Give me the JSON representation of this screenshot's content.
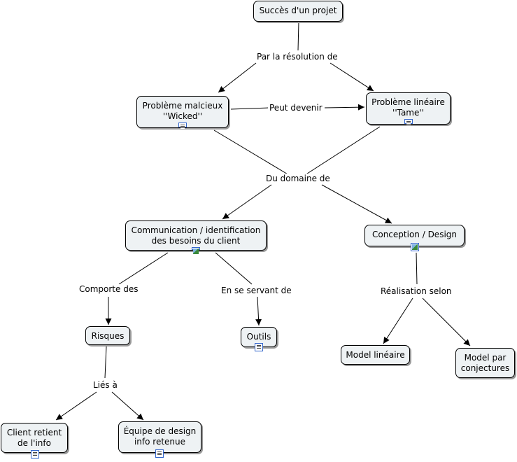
{
  "nodes": {
    "succes": {
      "label": "Succès d'un projet"
    },
    "wicked": {
      "label": "Problème malcieux\n''Wicked''",
      "icon": "document-icon"
    },
    "tame": {
      "label": "Problème linéaire\n''Tame''",
      "icon": "document-icon"
    },
    "communication": {
      "label": "Communication / identification\ndes besoins du client",
      "icon": "image-icon"
    },
    "conception": {
      "label": "Conception / Design",
      "icon": "image-icon"
    },
    "risques": {
      "label": "Risques"
    },
    "outils": {
      "label": "Outils",
      "icon": "document-icon"
    },
    "model_lineaire": {
      "label": "Model linéaire"
    },
    "model_conjectures": {
      "label": "Model par\nconjectures"
    },
    "client_retient": {
      "label": "Client retient\nde l'info",
      "icon": "document-icon"
    },
    "equipe": {
      "label": "Équipe de design\ninfo retenue",
      "icon": "document-icon"
    }
  },
  "phrases": {
    "par_resolution": "Par la résolution de",
    "peut_devenir": "Peut devenir",
    "du_domaine": "Du domaine de",
    "comporte": "Comporte des",
    "en_se_servant": "En se servant de",
    "realisation": "Réalisation selon",
    "lies": "Liés à"
  },
  "colors": {
    "node_fill": "#eef2f4",
    "line": "#000000",
    "icon_border": "#3366cc"
  }
}
